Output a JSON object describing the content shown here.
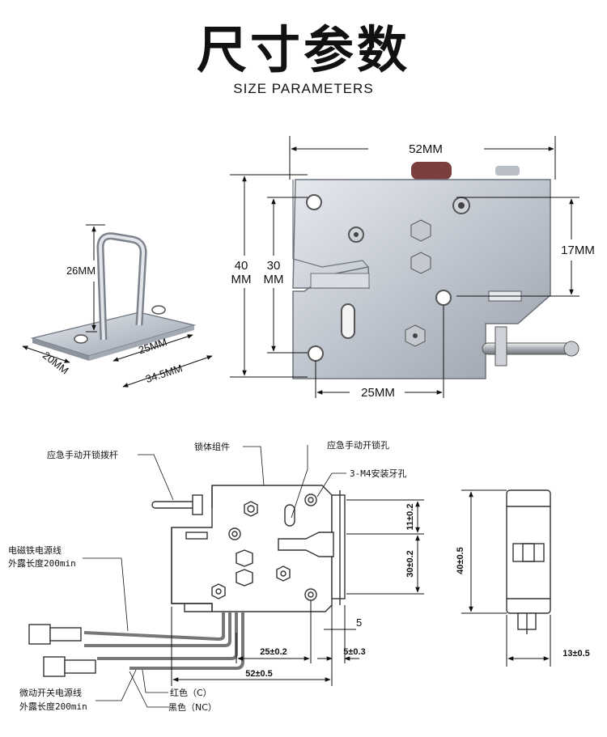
{
  "header": {
    "title": "尺寸参数",
    "subtitle": "SIZE PARAMETERS"
  },
  "photo_dims": {
    "lock_width": "52MM",
    "lock_height_40_a": "40",
    "lock_height_40_b": "MM",
    "lock_height_30_a": "30",
    "lock_height_30_b": "MM",
    "offset_17": "17MM",
    "hole_25": "25MM",
    "staple_26": "26MM",
    "staple_25": "25MM",
    "staple_345": "34.5MM",
    "staple_20": "20MM"
  },
  "drawing_labels": {
    "emergency_lever": "应急手动开锁拨杆",
    "lock_body": "锁体组件",
    "emergency_hole": "应急手动开锁孔",
    "m4_holes": "3-M4安装牙孔",
    "solenoid_wire_1": "电磁铁电源线",
    "solenoid_wire_2": "外露长度200min",
    "switch_wire_1": "微动开关电源线",
    "switch_wire_2": "外露长度200min",
    "red_c": "红色（C）",
    "black_nc": "黑色（NC）"
  },
  "drawing_dims": {
    "d11": "11±0.2",
    "d30": "30±0.2",
    "d5": "5",
    "d25": "25±0.2",
    "d5_03": "5±0.3",
    "d52": "52±0.5",
    "d40": "40±0.5",
    "d13": "13±0.5"
  },
  "colors": {
    "metal": "#c9ced6",
    "metal_dark": "#8d949e",
    "dim_line": "#111111"
  }
}
